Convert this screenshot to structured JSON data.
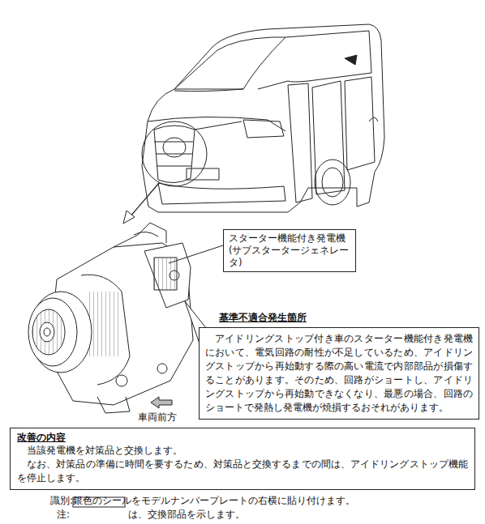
{
  "diagram": {
    "nodes": [
      {
        "text": [
          "スターター機能付き発電機 (サブスタータージェネレータ)"
        ]
      },
      {
        "text": [
          "基準不適合発生箇所",
          "アイドリングストップ付き車のスターター機能付き発電機において、電気回路の耐性が不足しているため、アイドリングストップから再始動する際の高い電流で内部部品が損傷することがあります。そのため、回路がショートし、アイドリングストップから再始動できなくなり、最悪の場合、回路のショートで発熱し発電機が焼損するおそれがあります。"
        ]
      },
      {
        "text": [
          "改善の内容",
          "当該発電機を対策品と交換します。",
          "なお、対策品の準備に時間を要するため、対策品と交換するまでの間は、アイドリングストップ機能を停止します。"
        ]
      }
    ],
    "labels": [
      "車両前方",
      "識別:銀色のシールをモデルナンバープレートの右横に貼り付けます。",
      "注:",
      "は、交換部品を示します。"
    ]
  }
}
